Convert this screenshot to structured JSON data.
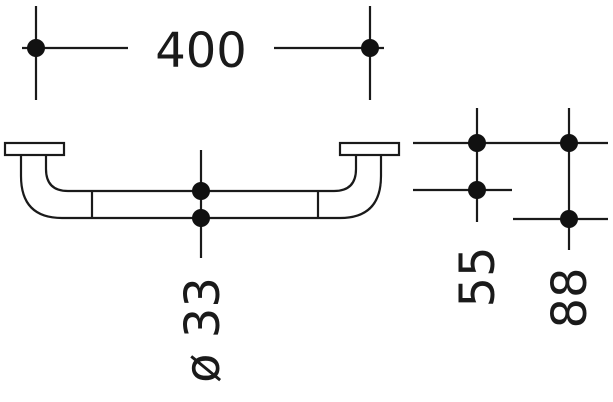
{
  "drawing": {
    "width_label": "400",
    "diameter_label": "ø 33",
    "depth_label_a": "55",
    "depth_label_b": "88"
  },
  "colors": {
    "line": "#1a1a1a",
    "background": "#ffffff"
  }
}
